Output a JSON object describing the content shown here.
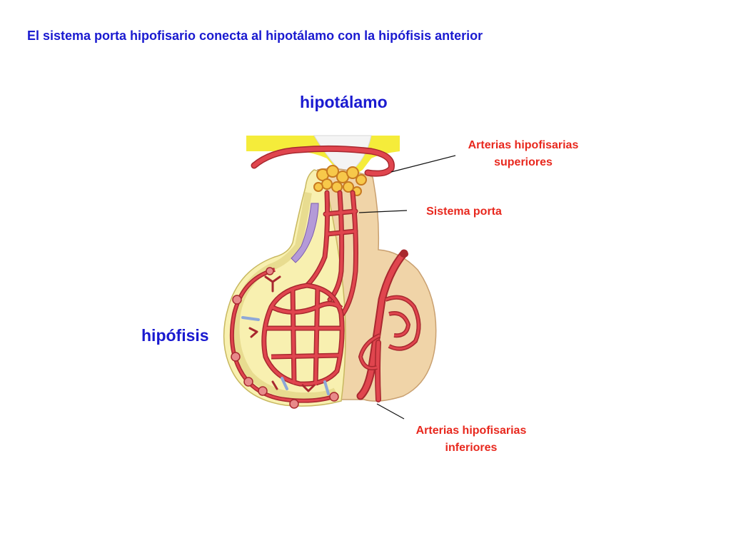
{
  "title": "El sistema porta hipofisario conecta al hipotálamo con la hipófisis anterior",
  "regions": {
    "hipotalamo": "hipotálamo",
    "hipofisis": "hipófisis"
  },
  "callouts": {
    "arterias_superiores": {
      "line1": "Arterias hipofisarias",
      "line2": "superiores"
    },
    "sistema_porta": "Sistema porta",
    "arterias_inferiores": {
      "line1": "Arterias hipofisarias",
      "line2": "inferiores"
    }
  },
  "colors": {
    "title": "#1a1ad0",
    "callout": "#e8281e",
    "vessel": "#e0454e",
    "vessel_outline": "#a8282f",
    "hypothalamus": "#f5ec3a",
    "anterior_lobe": "#f8f0b0",
    "posterior_lobe": "#f0d4a8",
    "vein": "#8ea8d8",
    "tract": "#b49ad8"
  }
}
